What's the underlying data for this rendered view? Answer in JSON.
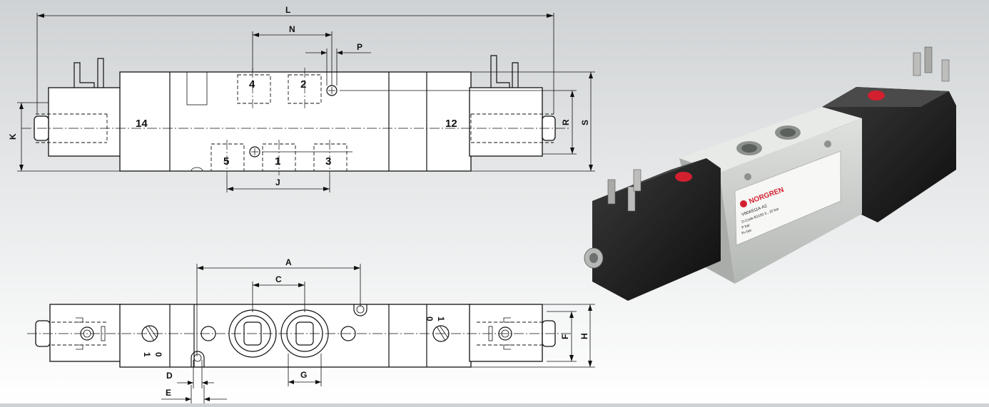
{
  "diagram": {
    "top_view": {
      "dimensions": {
        "L": "L",
        "N": "N",
        "P": "P",
        "K": "K",
        "R": "R",
        "S": "S",
        "J": "J"
      },
      "ports": {
        "p14": "14",
        "p12": "12",
        "p4": "4",
        "p2": "2",
        "p5": "5",
        "p1": "1",
        "p3": "3"
      }
    },
    "bottom_view": {
      "dimensions": {
        "A": "A",
        "C": "C",
        "D": "D",
        "E": "E",
        "F": "F",
        "G": "G",
        "H": "H"
      },
      "manual_override": {
        "left_on": "1",
        "left_off": "0",
        "right_on": "1",
        "right_off": "0"
      }
    }
  },
  "product_photo": {
    "brand": "NORGREN",
    "part_no": "V60A511A-A2",
    "lines": [
      "D-Code B1193 3...10 bar",
      "P bar",
      "Pv bar"
    ],
    "colors": {
      "body": "#c6c9c6",
      "solenoid": "#1b1b1b",
      "override": "#d2202f",
      "brand": "#d2202f"
    }
  }
}
